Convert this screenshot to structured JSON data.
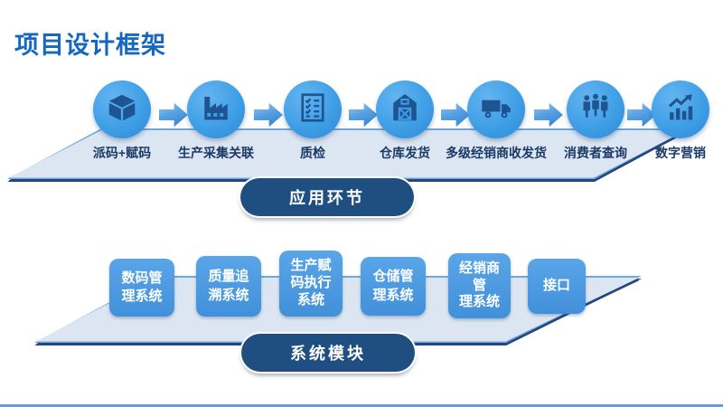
{
  "title": "项目设计框架",
  "colors": {
    "title": "#1667c0",
    "circle_fill": "#3f9fe6",
    "icon_glyph": "#1f5492",
    "band_fill": "#dce6f2",
    "band_border": "#6fa8dc",
    "band_shadow": "#23477c",
    "pill_fill": "#1f4e80",
    "module_fill": "#4190da",
    "label_text": "#1b3a66"
  },
  "application_flow": {
    "pill_label": "应用环节",
    "steps": [
      {
        "label": "派码+赋码",
        "icon": "box-icon"
      },
      {
        "label": "生产采集关联",
        "icon": "factory-icon"
      },
      {
        "label": "质检",
        "icon": "checklist-icon"
      },
      {
        "label": "仓库发货",
        "icon": "warehouse-icon"
      },
      {
        "label": "多级经销商收发货",
        "icon": "truck-icon"
      },
      {
        "label": "消费者查询",
        "icon": "consumers-icon"
      },
      {
        "label": "数字营销",
        "icon": "chart-icon"
      }
    ]
  },
  "system_modules": {
    "pill_label": "系统模块",
    "modules": [
      {
        "label": "数码管理系统",
        "lines": [
          "数码管",
          "理系统"
        ]
      },
      {
        "label": "质量追溯系统",
        "lines": [
          "质量追",
          "溯系统"
        ]
      },
      {
        "label": "生产赋码执行系统",
        "lines": [
          "生产赋",
          "码执行",
          "系统"
        ]
      },
      {
        "label": "仓储管理系统",
        "lines": [
          "仓储管",
          "理系统"
        ]
      },
      {
        "label": "经销商管理系统",
        "lines": [
          "经销商",
          "管",
          "理系统"
        ]
      },
      {
        "label": "接口",
        "lines": [
          "接口"
        ]
      }
    ]
  }
}
